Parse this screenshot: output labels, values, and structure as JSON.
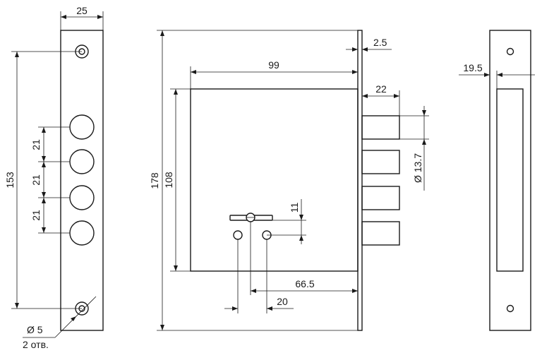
{
  "front_view": {
    "width_label": "25",
    "height_label": "153",
    "pitch_labels": [
      "21",
      "21",
      "21"
    ],
    "hole_diameter_label": "Ø 5",
    "hole_count_label": "2 отв."
  },
  "side_view": {
    "overall_height_label": "178",
    "body_height_label": "108",
    "body_width_label": "99",
    "plate_thickness_label": "2.5",
    "bolt_length_label": "22",
    "bolt_diameter_label": "Ø 13.7",
    "keyhole_height_label": "11",
    "backset_label": "66.5",
    "spindle_spacing_label": "20"
  },
  "strike_view": {
    "offset_label": "19.5"
  }
}
